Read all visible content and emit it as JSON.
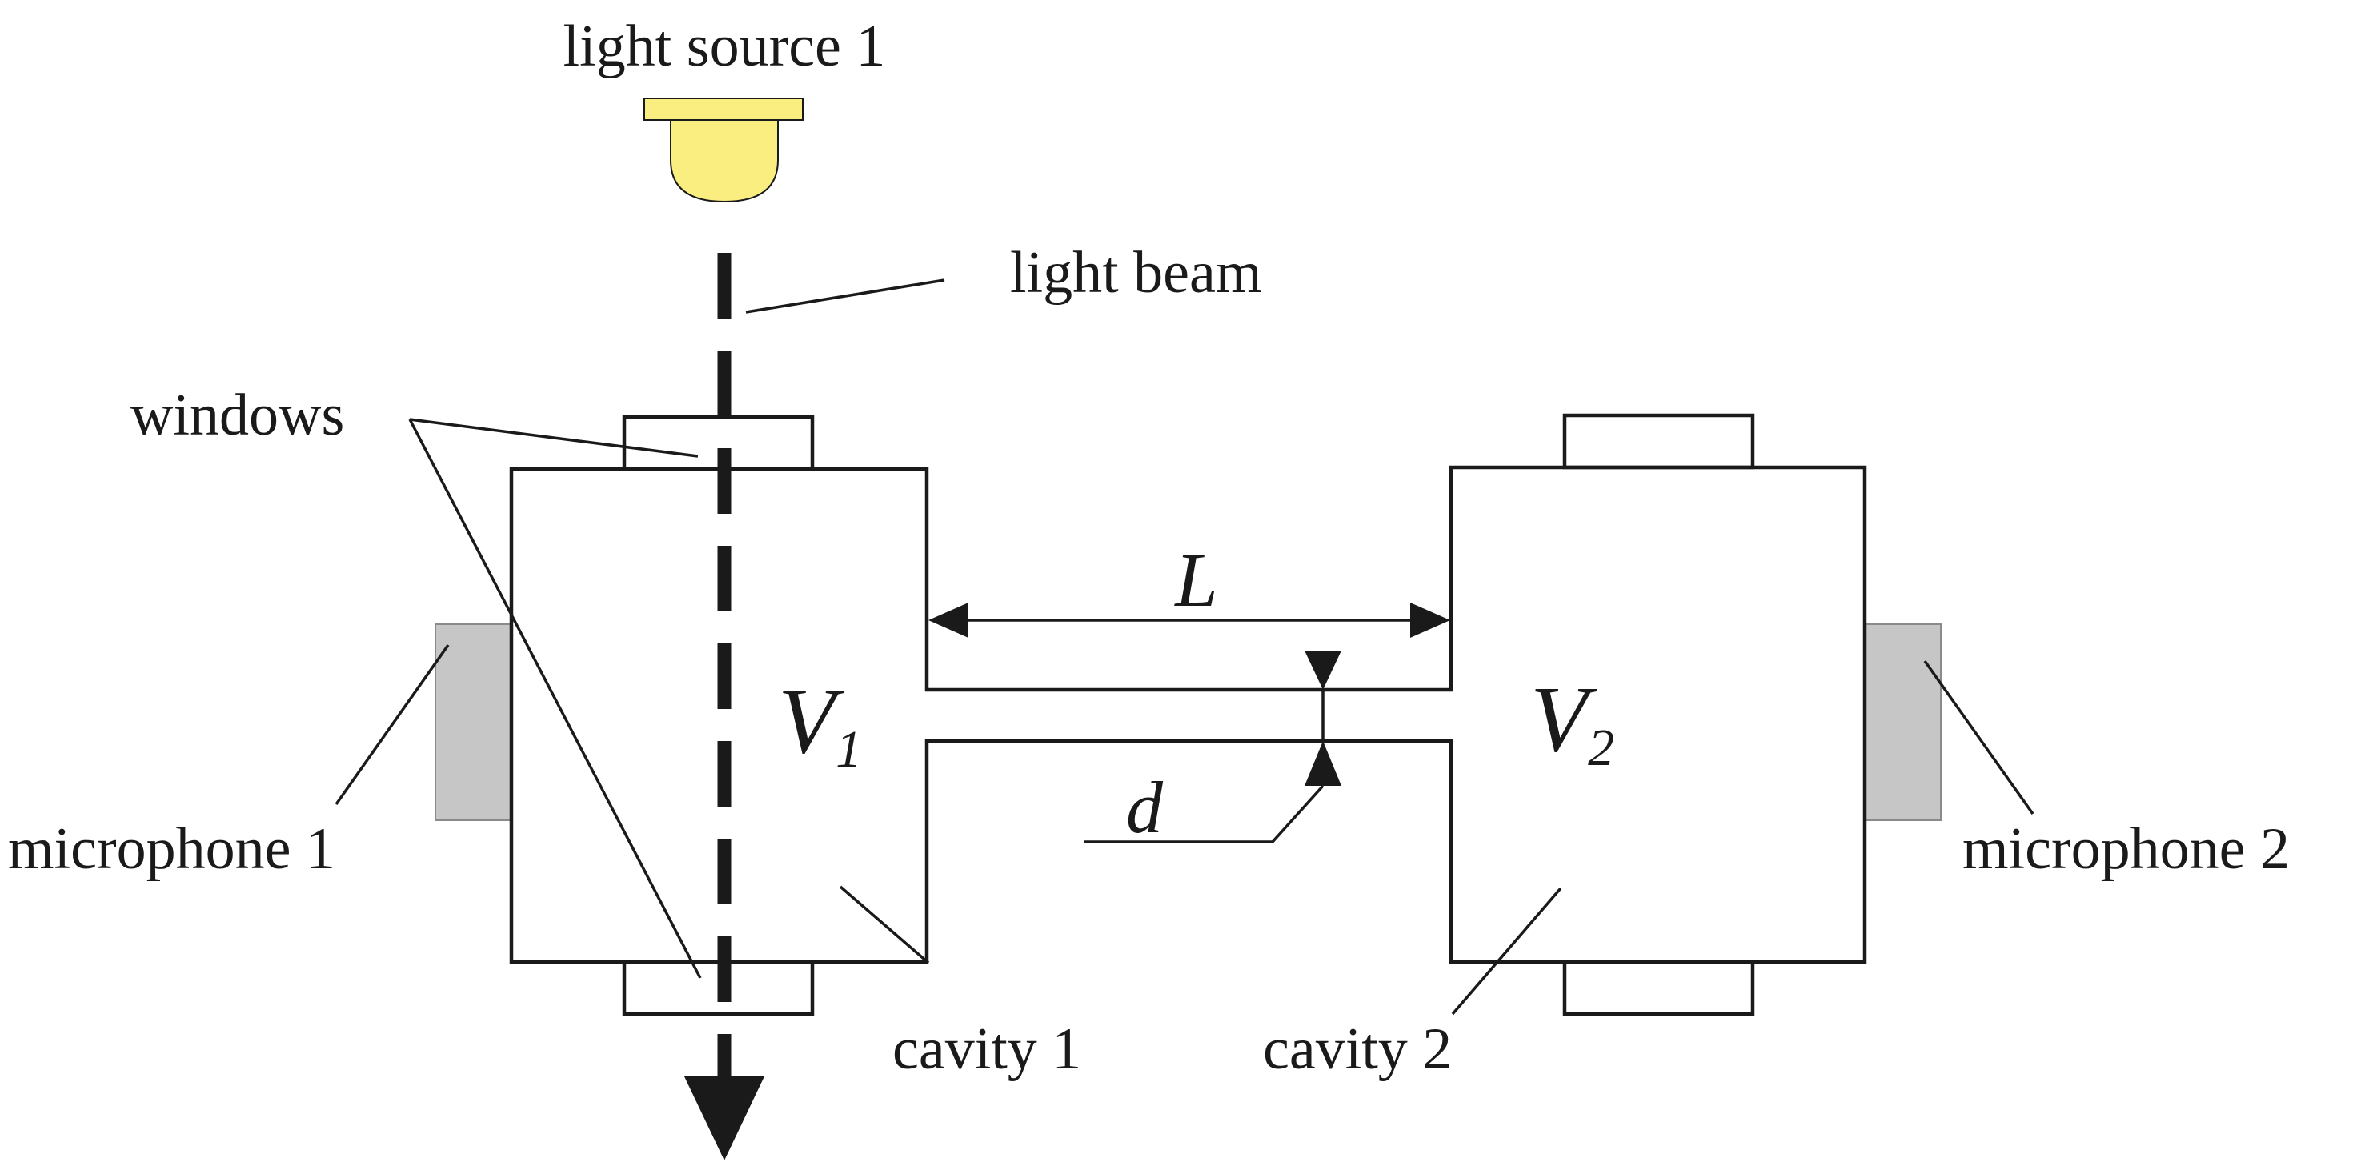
{
  "labels": {
    "light_source": "light source 1",
    "light_beam": "light beam",
    "windows": "windows",
    "microphone_1": "microphone 1",
    "microphone_2": "microphone 2",
    "cavity_1": "cavity 1",
    "cavity_2": "cavity 2"
  },
  "variables": {
    "length": "L",
    "diameter": "d",
    "volume_1_base": "V",
    "volume_1_sub": "1",
    "volume_2_base": "V",
    "volume_2_sub": "2"
  },
  "colors": {
    "lamp": "#fbee80",
    "microphone": "#c6c6c6",
    "line": "#1a1a1a"
  },
  "icons": {
    "light_source": "lamp-icon",
    "beam_end": "arrow-down-icon"
  }
}
